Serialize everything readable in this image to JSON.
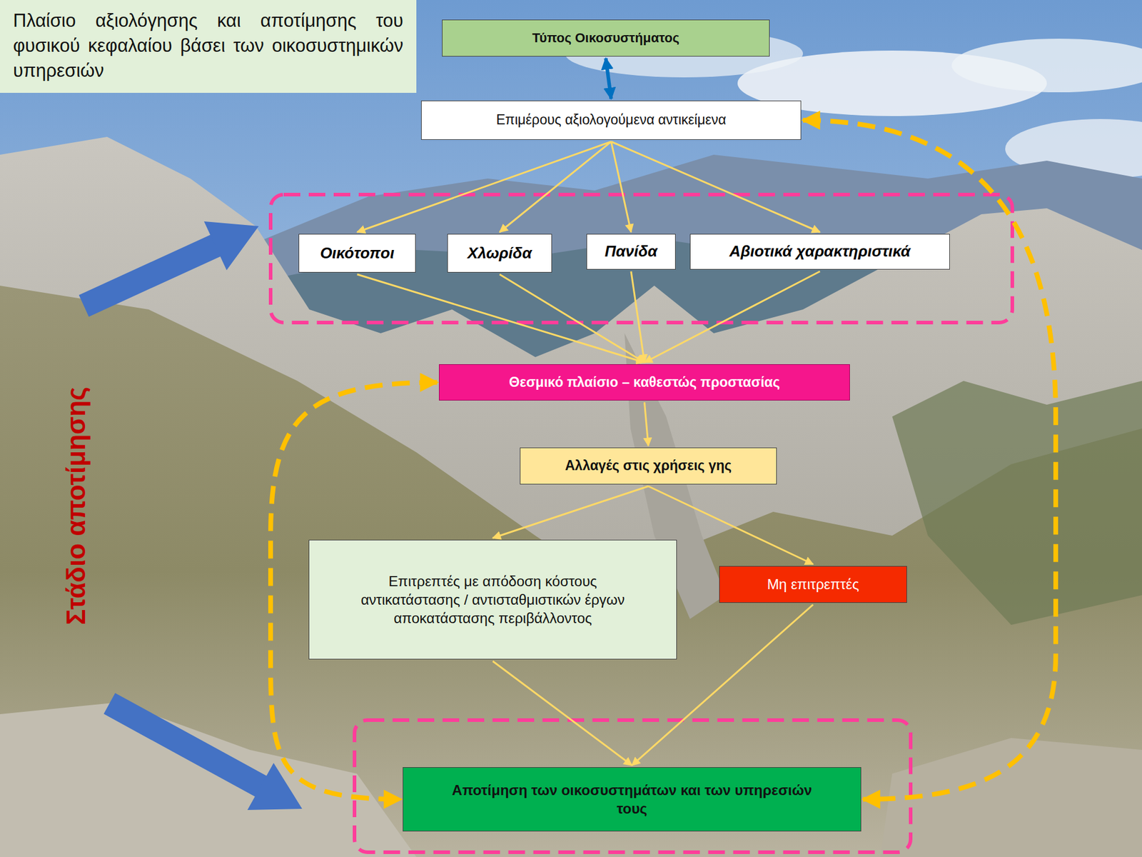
{
  "diagram": {
    "title": "Πλαίσιο αξιολόγησης και αποτίμησης του φυσικού κεφαλαίου βάσει των οικοσυστημικών υπηρεσιών",
    "nodes": [
      {
        "text": [
          "Τύπος Οικοσυστήματος"
        ]
      },
      {
        "text": [
          "Επιμέρους αξιολογούμενα αντικείμενα"
        ]
      },
      {
        "text": [
          "Οικότοποι"
        ]
      },
      {
        "text": [
          "Χλωρίδα"
        ]
      },
      {
        "text": [
          "Πανίδα"
        ]
      },
      {
        "text": [
          "Αβιοτικά χαρακτηριστικά"
        ]
      },
      {
        "text": [
          "Θεσμικό πλαίσιο – καθεστώς προστασίας"
        ]
      },
      {
        "text": [
          "Αλλαγές στις χρήσεις γης"
        ]
      },
      {
        "text": [
          "Επιτρεπτές με απόδοση κόστους αντικατάστασης / αντισταθμιστικών έργων αποκατάστασης περιβάλλοντος"
        ]
      },
      {
        "text": [
          "Μη επιτρεπτές"
        ]
      },
      {
        "text": [
          "Αποτίμηση των οικοσυστημάτων και των υπηρεσιών τους"
        ]
      }
    ],
    "edges": [
      {
        "from": 0,
        "to": 1,
        "arrow": "both"
      },
      {
        "from": 1,
        "to": 2,
        "arrow": "to"
      },
      {
        "from": 1,
        "to": 3,
        "arrow": "to"
      },
      {
        "from": 1,
        "to": 4,
        "arrow": "to"
      },
      {
        "from": 1,
        "to": 5,
        "arrow": "to"
      },
      {
        "from": 2,
        "to": 6,
        "arrow": "to"
      },
      {
        "from": 3,
        "to": 6,
        "arrow": "to"
      },
      {
        "from": 4,
        "to": 6,
        "arrow": "to"
      },
      {
        "from": 5,
        "to": 6,
        "arrow": "to"
      },
      {
        "from": 6,
        "to": 7,
        "arrow": "to"
      },
      {
        "from": 7,
        "to": 8,
        "arrow": "to"
      },
      {
        "from": 7,
        "to": 9,
        "arrow": "to"
      },
      {
        "from": 8,
        "to": 10,
        "arrow": "to"
      },
      {
        "from": 9,
        "to": 10,
        "arrow": "to"
      },
      {
        "from": 1,
        "to": 10,
        "arrow": "both"
      },
      {
        "from": 6,
        "to": 10,
        "arrow": "both"
      }
    ],
    "labels": [
      "Στάδιο αποτίμησης"
    ]
  }
}
